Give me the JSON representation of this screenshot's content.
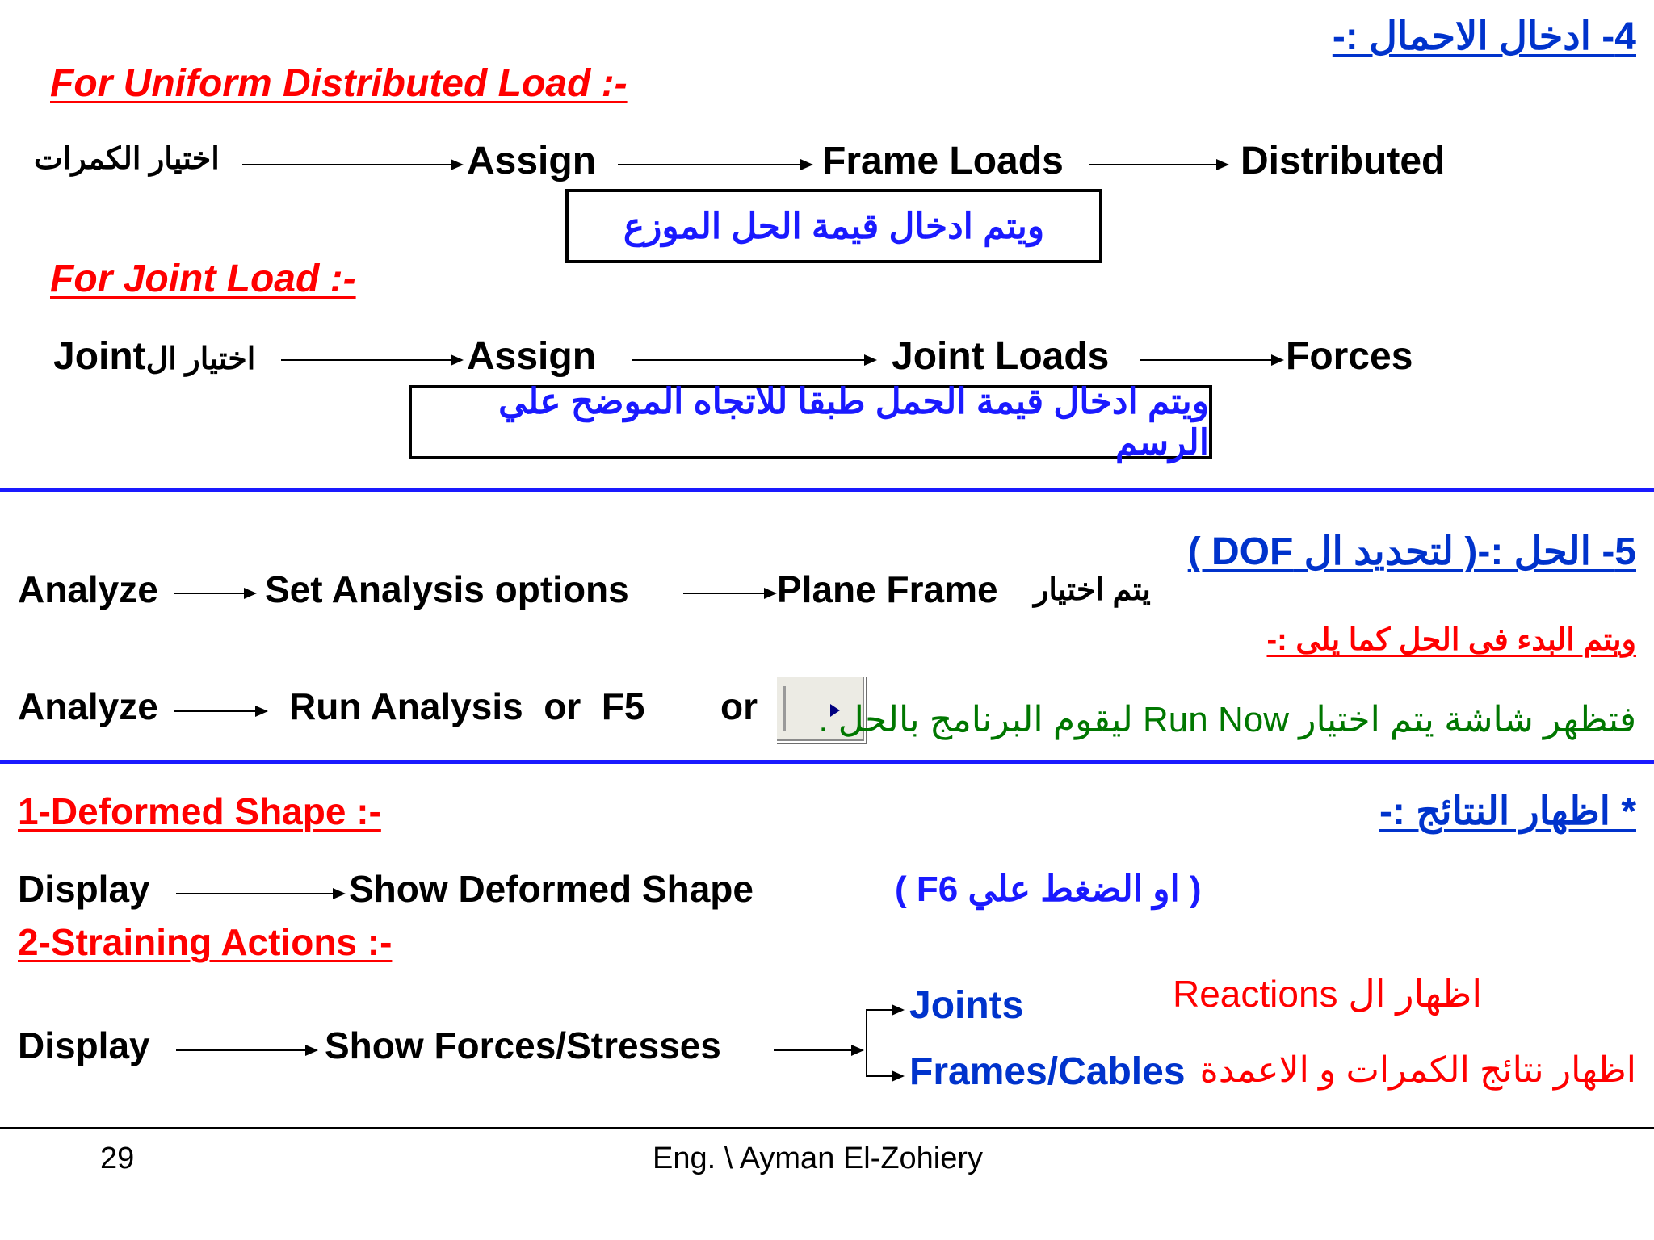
{
  "section4": {
    "title": "4- ادخال الاحمال :-",
    "uniform": {
      "heading": "For Uniform Distributed Load :-",
      "steps": [
        "اختيار الكمرات",
        "Assign",
        "Frame Loads",
        "Distributed"
      ],
      "note": "ويتم ادخال قيمة الحل الموزع"
    },
    "joint": {
      "heading": "For Joint Load :-",
      "step_start_ar": "اختيار ال",
      "step_start_en": "Joint",
      "steps": [
        "Assign",
        "Joint Loads",
        "Forces"
      ],
      "note": "ويتم ادخال قيمة الحمل طبقا للاتجاه الموضح علي الرسم"
    }
  },
  "section5": {
    "title": "5- الحل :-( لتحديد ال DOF )",
    "analyze1": {
      "steps": [
        "Analyze",
        "Set Analysis options",
        "Plane Frame"
      ],
      "suffix_ar": "يتم اختيار"
    },
    "subtitle": "ويتم البدء فى الحل كما يلى :-",
    "analyze2": {
      "steps": [
        "Analyze",
        "Run Analysis  or  F5"
      ],
      "or_label": "or",
      "run_note": "فتظهر شاشة يتم اختيار Run Now ليقوم البرنامج بالحل ."
    }
  },
  "results": {
    "title": "* اظهار النتائج :-",
    "deformed": {
      "heading": "1-Deformed Shape :-",
      "steps": [
        "Display",
        "Show Deformed Shape"
      ],
      "shortcut": "( او الضغط علي F6 )"
    },
    "straining": {
      "heading": "2-Straining Actions :-",
      "steps": [
        "Display",
        "Show Forces/Stresses"
      ],
      "branches": [
        "Joints",
        "Frames/Cables"
      ],
      "notes": [
        "اظهار ال Reactions",
        "اظهار نتائج الكمرات و الاعمدة"
      ]
    }
  },
  "footer": {
    "page_number": "29",
    "author": "Eng. \\ Ayman El-Zohiery"
  },
  "colors": {
    "heading_red": "#ff0000",
    "title_blue": "#0033cc",
    "divider_blue": "#1a1aff",
    "note_green": "#007700"
  }
}
